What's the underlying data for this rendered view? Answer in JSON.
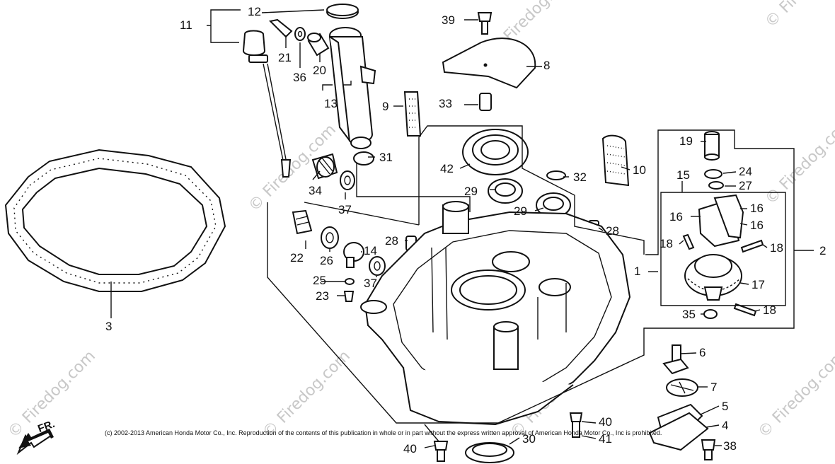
{
  "watermark": {
    "text": "© Firedog.com",
    "copies": 8
  },
  "copyright": "(c) 2002-2013 American Honda Motor Co., Inc. Reproduction of the contents of this publication in whole or in part without the express written approval of American Honda Motor Co., Inc is prohibited.",
  "direction_label": "FR.",
  "callouts": [
    "11",
    "12",
    "21",
    "36",
    "20",
    "13",
    "39",
    "8",
    "9",
    "33",
    "31",
    "42",
    "10",
    "19",
    "24",
    "27",
    "15",
    "16",
    "16",
    "16",
    "18",
    "18",
    "2",
    "1",
    "17",
    "18",
    "35",
    "32",
    "29",
    "29",
    "28",
    "28",
    "34",
    "37",
    "22",
    "26",
    "14",
    "25",
    "23",
    "37",
    "6",
    "7",
    "5",
    "4",
    "38",
    "40",
    "41",
    "40",
    "30",
    "3"
  ]
}
